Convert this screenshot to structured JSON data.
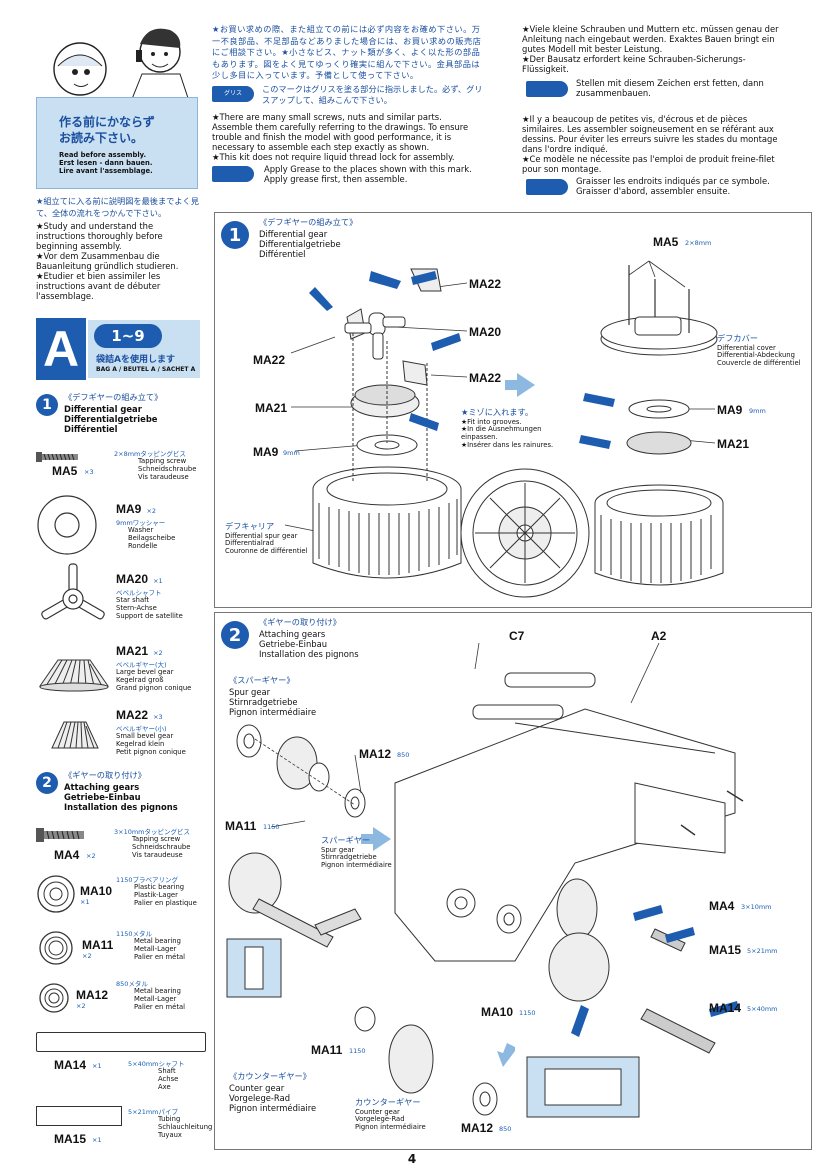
{
  "page_number": "4",
  "notice": {
    "jp": "作る前にかならず お読み下さい。",
    "en": "Read before assembly.",
    "de": "Erst lesen - dann bauen.",
    "fr": "Lire avant l'assemblage."
  },
  "intro_left": {
    "jp": "★組立てに入る前に説明図を最後までよく見て、全体の流れをつかんで下さい。",
    "en": "★Study and understand the instructions thoroughly before beginning assembly.",
    "de": "★Vor dem Zusammenbau die Bauanleitung gründlich studieren.",
    "fr": "★Etudier et bien assimiler les instructions avant de débuter l'assemblage."
  },
  "intro_middle": {
    "jp": "★お買い求めの際、また組立ての前には必ず内容をお確め下さい。万一不良部品、不足部品などありました場合には、お買い求めの販売店にご相談下さい。★小さなビス、ナット類が多く、よく以た形の部品もあります。図をよく見てゆっくり確実に組んで下さい。金具部品は少し多目に入っています。予備として使って下さい。",
    "grease_tag": "グリス",
    "grease_jp": "このマークはグリスを塗る部分に指示しました。必ず、グリスアップして、組みこんで下さい。",
    "en1": "★There are many small screws, nuts and similar parts. Assemble them carefully referring to the drawings. To ensure trouble and finish the model with good performance, it is necessary to assemble each step exactly as shown.",
    "en2": "★This kit does not require liquid thread lock for assembly.",
    "grease_en": "Apply Grease to the places shown with this mark. Apply grease first, then assemble."
  },
  "intro_right": {
    "de1": "★Viele kleine Schrauben und Muttern etc. müssen genau der Anleitung nach eingebaut werden. Exaktes Bauen bringt ein gutes Modell mit bester Leistung.",
    "de2": "★Der Bausatz erfordert keine Schrauben-Sicherungs-Flüssigkeit.",
    "grease_de": "Stellen mit diesem Zeichen erst fetten, dann zusammenbauen.",
    "fr1": "★Il y a beaucoup de petites vis, d'écrous et de pièces similaires. Les assembler soigneusement en se référant aux dessins. Pour éviter les erreurs suivre les stades du montage dans l'ordre indiqué.",
    "fr2": "★Ce modèle ne nécessite pas l'emploi de produit freine-filet pour son montage.",
    "grease_fr": "Graisser les endroits indiqués par ce symbole. Graisser d'abord, assembler ensuite."
  },
  "bag": {
    "letter": "A",
    "range": "1~9",
    "jp": "袋詰Aを使用します",
    "label": "BAG A / BEUTEL A / SACHET A"
  },
  "parts_list": {
    "step1": {
      "num": "1",
      "jp": "《デフギヤーの組み立て》",
      "en": "Differential gear",
      "de": "Differentialgetriebe",
      "fr": "Différentiel"
    },
    "step2": {
      "num": "2",
      "jp": "《ギヤーの取り付け》",
      "en": "Attaching gears",
      "de": "Getriebe-Einbau",
      "fr": "Installation des pignons"
    },
    "items": [
      {
        "id": "MA5",
        "qty": "×3",
        "size": "2×8mmタッピングビス",
        "names": [
          "Tapping screw",
          "Schneidschraube",
          "Vis taraudeuse"
        ]
      },
      {
        "id": "MA9",
        "qty": "×2",
        "size": "9mmワッシャー",
        "names": [
          "Washer",
          "Beilagscheibe",
          "Rondelle"
        ]
      },
      {
        "id": "MA20",
        "qty": "×1",
        "size": "ベベルシャフト",
        "names": [
          "Star shaft",
          "Stern-Achse",
          "Support de satellite"
        ]
      },
      {
        "id": "MA21",
        "qty": "×2",
        "size": "ベベルギヤー(大)",
        "names": [
          "Large bevel gear",
          "Kegelrad groß",
          "Grand pignon conique"
        ]
      },
      {
        "id": "MA22",
        "qty": "×3",
        "size": "ベベルギヤー(小)",
        "names": [
          "Small bevel gear",
          "Kegelrad klein",
          "Petit pignon conique"
        ]
      },
      {
        "id": "MA4",
        "qty": "×2",
        "size": "3×10mmタッピングビス",
        "names": [
          "Tapping screw",
          "Schneidschraube",
          "Vis taraudeuse"
        ]
      },
      {
        "id": "MA10",
        "qty": "×1",
        "size": "1150プラベアリング",
        "names": [
          "Plastic bearing",
          "Plastik-Lager",
          "Palier en plastique"
        ]
      },
      {
        "id": "MA11",
        "qty": "×2",
        "size": "1150メタル",
        "names": [
          "Metal bearing",
          "Metall-Lager",
          "Palier en métal"
        ]
      },
      {
        "id": "MA12",
        "qty": "×2",
        "size": "850メタル",
        "names": [
          "Metal bearing",
          "Metall-Lager",
          "Palier en métal"
        ]
      },
      {
        "id": "MA14",
        "qty": "×1",
        "size": "5×40mmシャフト",
        "names": [
          "Shaft",
          "Achse",
          "Axe"
        ]
      },
      {
        "id": "MA15",
        "qty": "×1",
        "size": "5×21mmパイプ",
        "names": [
          "Tubing",
          "Schlauchleitung",
          "Tuyaux"
        ]
      }
    ]
  },
  "diagram1": {
    "num": "1",
    "jp": "《デフギヤーの組み立て》",
    "en": "Differential gear",
    "de": "Differentialgetriebe",
    "fr": "Différentiel",
    "labels": {
      "ma22_a": "MA22",
      "ma20": "MA20",
      "ma22_b": "MA22",
      "ma22_c": "MA22",
      "ma21": "MA21",
      "ma9": "MA9",
      "ma9_size": "9mm",
      "ma5": "MA5",
      "ma5_size": "2×8mm",
      "ma9_r": "MA9",
      "ma9_r_size": "9mm",
      "ma21_r": "MA21"
    },
    "carrier": {
      "jp": "デフキャリア",
      "en": "Differential spur gear",
      "de": "Differentialrad",
      "fr": "Couronne de différentiel"
    },
    "cover": {
      "jp": "デフカバー",
      "en": "Differential cover",
      "de": "Differential-Abdeckung",
      "fr": "Couvercle de différentiel"
    },
    "grooves": {
      "jp": "★ミゾに入れます。",
      "en": "★Fit into grooves.",
      "de": "★In die Ausnehmungen einpassen.",
      "fr": "★Insérer dans les rainures."
    }
  },
  "diagram2": {
    "num": "2",
    "jp": "《ギヤーの取り付け》",
    "en": "Attaching gears",
    "de": "Getriebe-Einbau",
    "fr": "Installation des pignons",
    "spur": {
      "jp": "《スパーギヤー》",
      "en": "Spur gear",
      "de": "Stirnradgetriebe",
      "fr": "Pignon intermédiaire"
    },
    "spur2": {
      "jp": "スパーギヤー",
      "en": "Spur gear",
      "de": "Stirnradgetriebe",
      "fr": "Pignon intermédiaire"
    },
    "counter": {
      "jp": "《カウンターギヤー》",
      "en": "Counter gear",
      "de": "Vorgelege-Rad",
      "fr": "Pignon intermédiaire"
    },
    "counter2": {
      "jp": "カウンターギヤー",
      "en": "Counter gear",
      "de": "Vorgelege-Rad",
      "fr": "Pignon intermédiaire"
    },
    "labels": {
      "c7": "C7",
      "a2": "A2",
      "ma12": "MA12",
      "ma12_n": "850",
      "ma11": "MA11",
      "ma11_n": "1150",
      "ma4": "MA4",
      "ma4_n": "3×10mm",
      "ma15": "MA15",
      "ma15_n": "5×21mm",
      "ma14": "MA14",
      "ma14_n": "5×40mm",
      "ma10": "MA10",
      "ma10_n": "1150",
      "ma11_b": "MA11",
      "ma11_b_n": "1150",
      "ma12_b": "MA12",
      "ma12_b_n": "850"
    }
  },
  "colors": {
    "accent": "#1d5cae",
    "panel": "#c9dff2"
  }
}
